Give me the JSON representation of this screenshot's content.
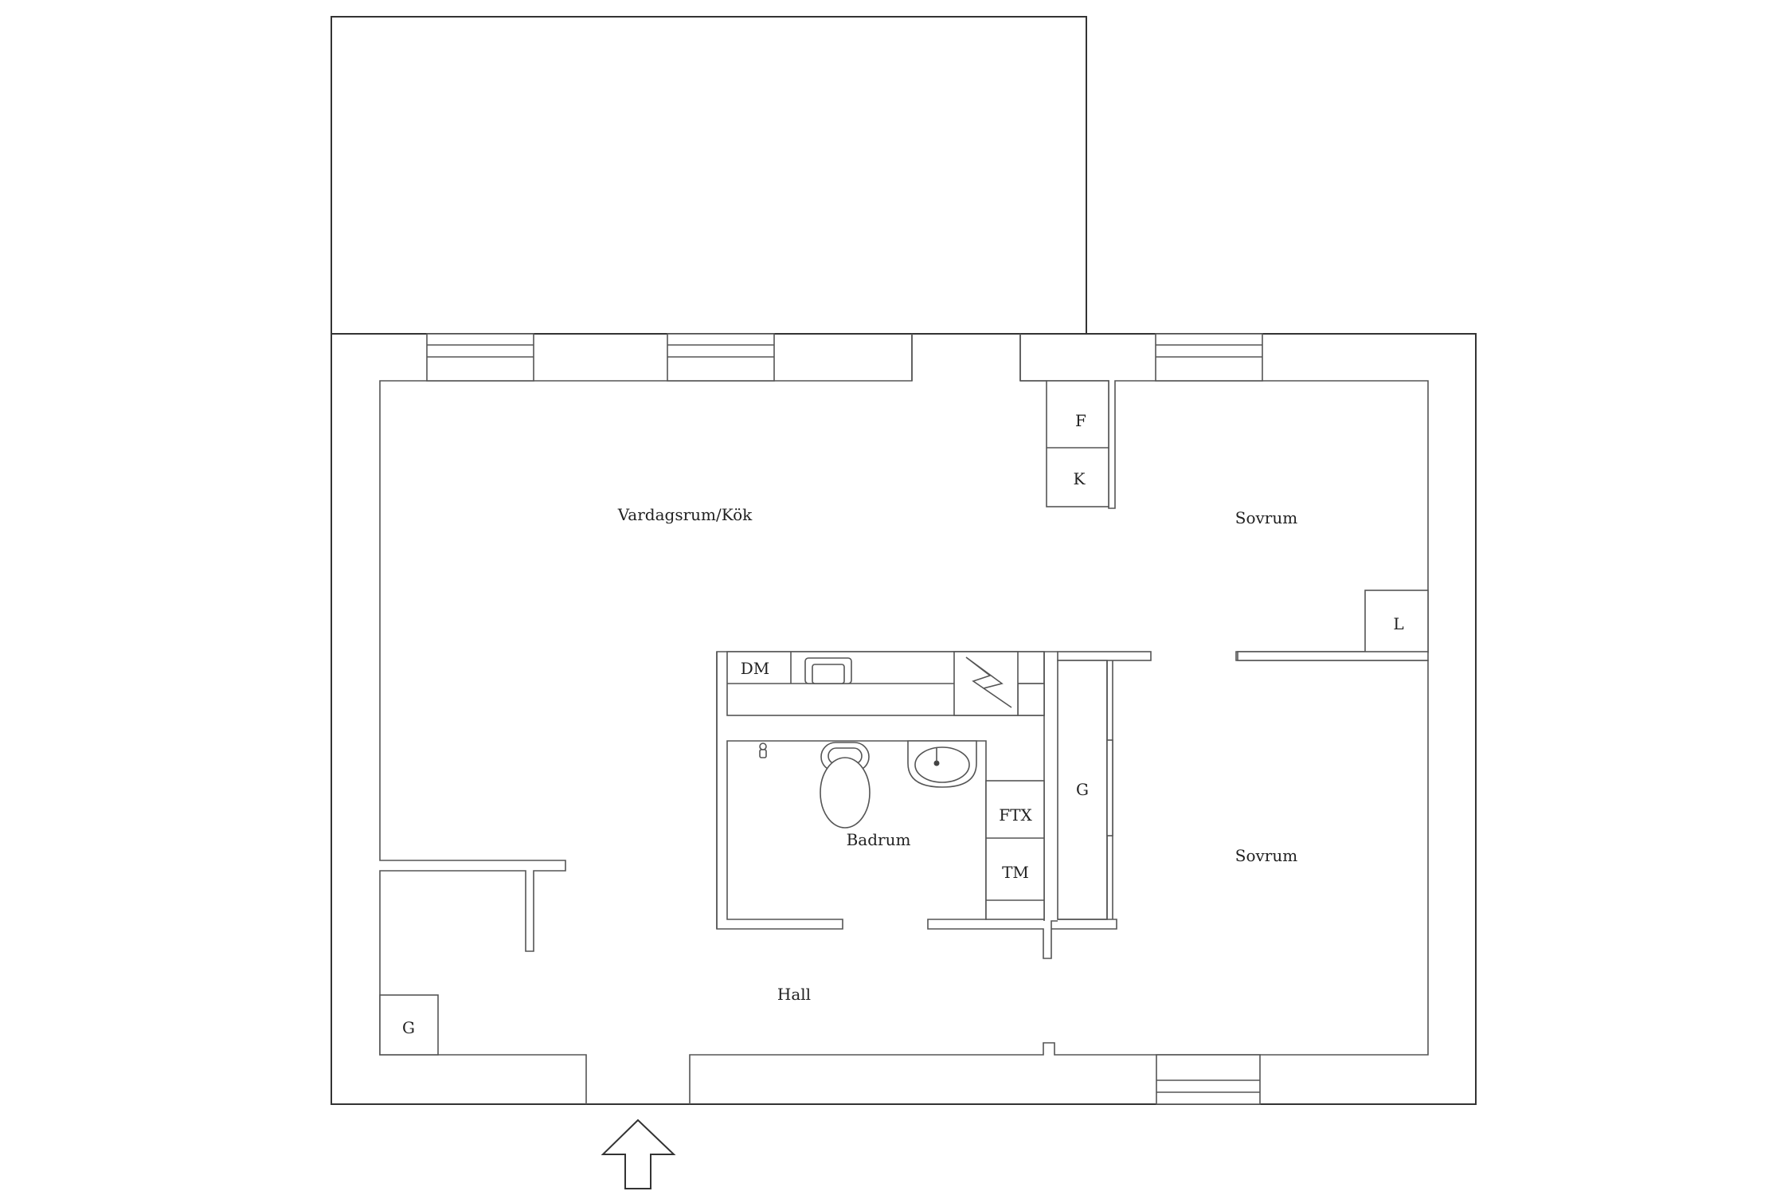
{
  "rooms": {
    "living_kitchen": "Vardagsrum/Kök",
    "bedroom_upper": "Sovrum",
    "bedroom_lower": "Sovrum",
    "bathroom": "Badrum",
    "hall": "Hall"
  },
  "fixtures": {
    "fridge": "F",
    "freezer": "K",
    "linen_closet": "L",
    "dishwasher": "DM",
    "wardrobe_bedroom": "G",
    "wardrobe_hall": "G",
    "ftx_unit": "FTX",
    "washing_machine": "TM"
  },
  "icons": {
    "entrance": "entrance-arrow-icon",
    "toilet": "toilet-icon",
    "sink": "washbasin-icon",
    "kitchen_sink": "kitchen-sink-icon",
    "stove": "stove-icon",
    "shower": "shower-icon"
  }
}
